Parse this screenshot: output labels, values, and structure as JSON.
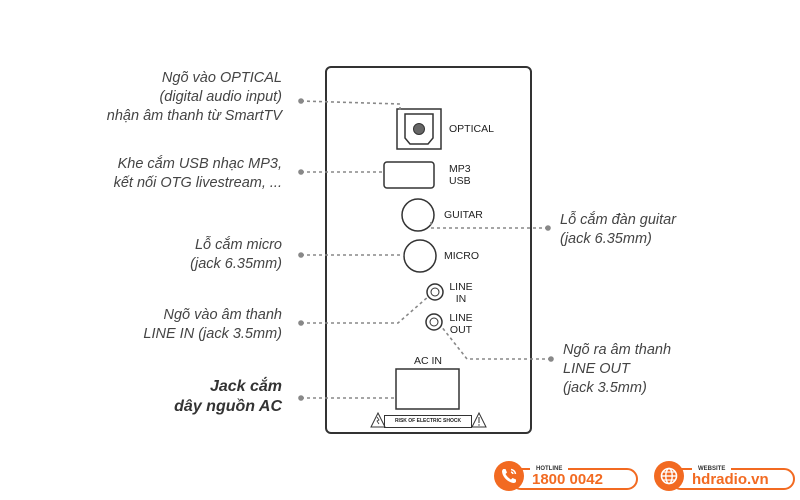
{
  "callouts": {
    "optical": [
      "Ngõ vào OPTICAL",
      "(digital audio input)",
      "nhận âm thanh từ SmartTV"
    ],
    "usb": [
      "Khe cắm USB nhạc MP3,",
      "kết nối OTG livestream, ..."
    ],
    "micro": [
      "Lỗ cắm micro",
      "(jack 6.35mm)"
    ],
    "line_in": [
      "Ngõ vào âm thanh",
      "LINE IN (jack 3.5mm)"
    ],
    "ac": [
      "Jack cắm",
      "dây nguồn AC"
    ],
    "guitar": [
      "Lỗ cắm đàn guitar",
      "(jack 6.35mm)"
    ],
    "line_out": [
      "Ngõ ra âm thanh",
      "LINE OUT",
      "(jack 3.5mm)"
    ]
  },
  "panel": {
    "optical": "OPTICAL",
    "mp3": [
      "MP3",
      "USB"
    ],
    "guitar": "GUITAR",
    "micro": "MICRO",
    "line_in": [
      "LINE",
      "IN"
    ],
    "line_out": [
      "LINE",
      "OUT"
    ],
    "ac_in": "AC IN",
    "warning": "RISK OF ELECTRIC SHOCK"
  },
  "footer": {
    "hotline_caption": "HOTLINE",
    "hotline_value": "1800 0042",
    "website_caption": "WEBSITE",
    "website_value": "hdradio.vn"
  },
  "icons": {
    "hotline": "phone-icon",
    "website": "globe-icon",
    "warning": "warning-triangle-icon"
  },
  "colors": {
    "accent": "#f26a21",
    "leader": "#888888"
  }
}
